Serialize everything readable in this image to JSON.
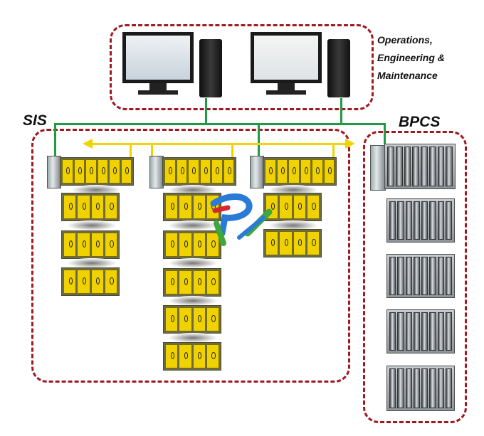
{
  "labels": {
    "ops": [
      "Operations,",
      "Engineering &",
      "Maintenance"
    ],
    "sis": "SIS",
    "bpcs": "BPCS"
  },
  "colors": {
    "zone_border": "#a01822",
    "network_green": "#1f9a45",
    "safety_yellow": "#efd400",
    "io_module": "#f0d200"
  },
  "icons": [
    "workstation-icon",
    "io-rack-icon",
    "controller-icon",
    "logo-icon"
  ]
}
